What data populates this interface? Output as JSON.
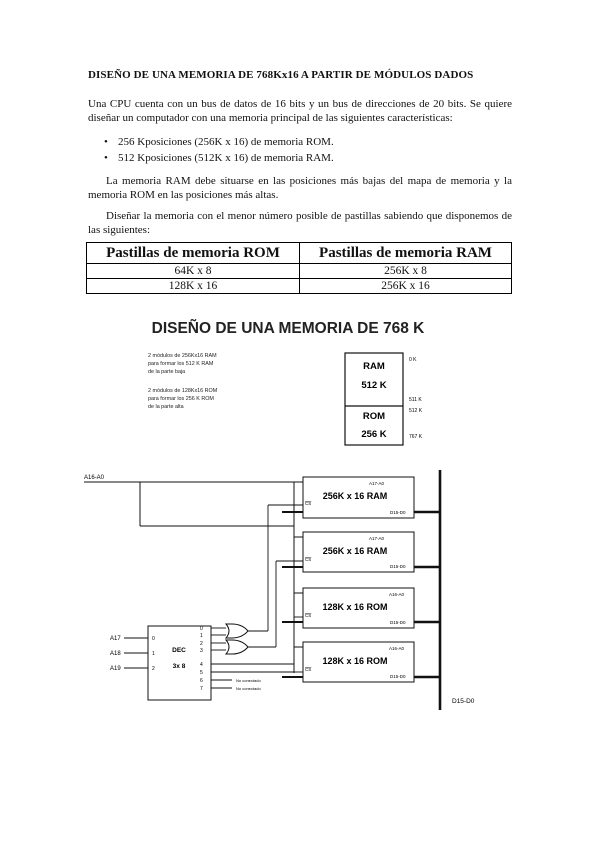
{
  "doc": {
    "title": "DISEÑO DE UNA MEMORIA DE 768Kx16 A PARTIR DE MÓDULOS DADOS",
    "para1": "Una CPU cuenta con un bus de datos de 16 bits y un bus de direcciones de 20 bits. Se quiere diseñar un computador con una memoria principal de las siguientes características:",
    "bullets": [
      "256 Kposiciones (256K x 16) de memoria ROM.",
      "512 Kposiciones (512K x 16) de memoria RAM."
    ],
    "para2": "La memoria RAM debe situarse en las posiciones más bajas del mapa de memoria y la memoria ROM en las posiciones más altas.",
    "para3": "Diseñar la memoria con el menor número posible de pastillas sabiendo que disponemos de las siguientes:"
  },
  "table": {
    "headers": [
      "Pastillas de memoria ROM",
      "Pastillas de memoria RAM"
    ],
    "rows": [
      [
        "64K x 8",
        "256K x 8"
      ],
      [
        "128K x 16",
        "256K x 16"
      ]
    ]
  },
  "diagram": {
    "title": "DISEÑO DE UNA MEMORIA DE 768 K",
    "notes": [
      "2 módulos de 256Kx16 RAM",
      "para formar los 512 K RAM",
      "de la parte baja",
      "2 módulos de 128Kx16 ROM",
      "para formar los 256 K ROM",
      "de la parte alta"
    ],
    "map": {
      "ram_label": "RAM",
      "ram_size": "512 K",
      "rom_label": "ROM",
      "rom_size": "256 K",
      "addr_0": "0 K",
      "addr_511": "511 K",
      "addr_512": "512 K",
      "addr_767": "767 K"
    },
    "address_bus": "A16-A0",
    "data_bus": "D15-D0",
    "decoder": {
      "label1": "DEC",
      "label2": "3x 8",
      "inputs": [
        "A17",
        "A18",
        "A19"
      ],
      "input_pins": [
        "0",
        "1",
        "2"
      ],
      "outputs": [
        "0",
        "1",
        "2",
        "3",
        "4",
        "5",
        "6",
        "7"
      ],
      "unused": "No conectado"
    },
    "modules": [
      {
        "label": "256K x 16  RAM",
        "addr": "A17-A0",
        "data": "D15-D0",
        "cs": "CS"
      },
      {
        "label": "256K x 16  RAM",
        "addr": "A17-A0",
        "data": "D15-D0",
        "cs": "CS"
      },
      {
        "label": "128K x 16  ROM",
        "addr": "A16-A0",
        "data": "D15-D0",
        "cs": "CS"
      },
      {
        "label": "128K x 16  ROM",
        "addr": "A16-A0",
        "data": "D15-D0",
        "cs": "CS"
      }
    ]
  }
}
